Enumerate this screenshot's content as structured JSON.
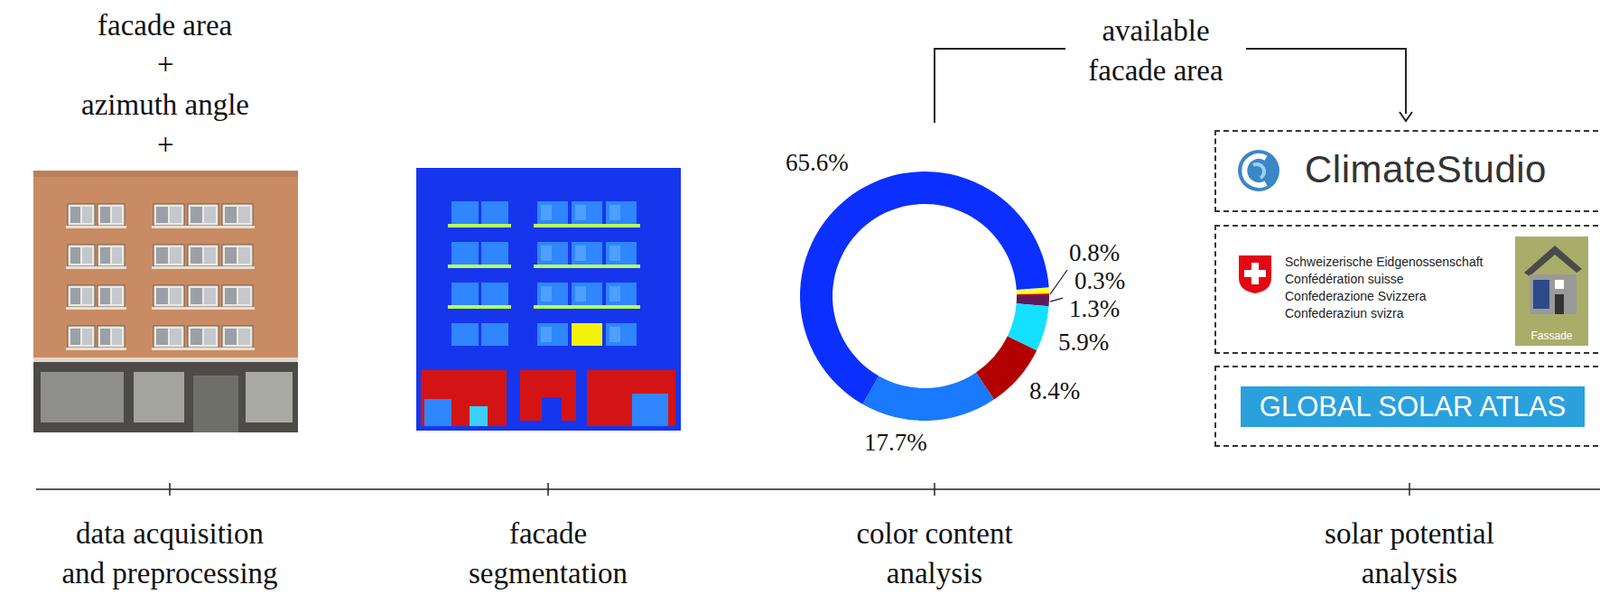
{
  "diagram": {
    "nodes": [
      {
        "text": [
          "ClimateStudio"
        ]
      },
      {
        "text": [
          "Schweizerische Eidgenossenschaft",
          "Confédération suisse",
          "Confederazione Svizzera",
          "Confederaziun svizra"
        ]
      },
      {
        "text": [
          "Fassade"
        ],
        "in": 1
      },
      {
        "text": [
          "GLOBAL SOLAR ATLAS"
        ]
      }
    ],
    "labels": [
      "facade area",
      "+",
      "azimuth angle",
      "+",
      "65.6%",
      "0.8%",
      "0.3%",
      "1.3%",
      "5.9%",
      "8.4%",
      "17.7%",
      "available facade area",
      "data acquisition and preprocessing",
      "facade segmentation",
      "color content analysis",
      "solar potential analysis"
    ]
  }
}
